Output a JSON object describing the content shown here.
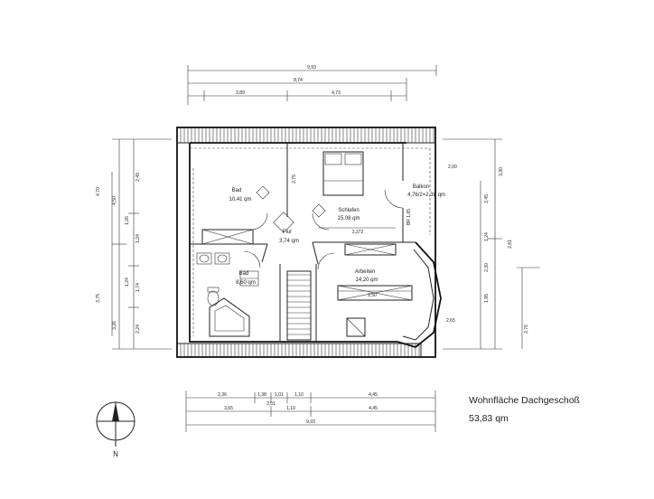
{
  "rooms": [
    {
      "name": "Bad",
      "area": "10,41 qm"
    },
    {
      "name": "Schlafen",
      "area": "15,08 qm"
    },
    {
      "name": "Balkon",
      "area": "4,76/2=2,38 qm"
    },
    {
      "name": "Flur",
      "area": "3,74 qm"
    },
    {
      "name": "Bad",
      "area": "8,60 qm"
    },
    {
      "name": "Arbeiten",
      "area": "14,20 qm"
    }
  ],
  "top_dims": {
    "overall": "9,93",
    "inner": "8,74",
    "left": "3,89",
    "right": "4,73"
  },
  "bottom_dims": {
    "row1": [
      "2,36",
      "1,38",
      "1,01",
      "1,10",
      "4,45"
    ],
    "row1_small": "2,01",
    "row2": [
      "3,65",
      "1,10",
      "4,45"
    ],
    "overall": "9,93"
  },
  "left_dims": {
    "outer": [
      "4,70",
      "3,75"
    ],
    "inner": [
      "2,49",
      "1,24",
      "1,74",
      "2,24"
    ],
    "small": [
      "4,50",
      "1,26",
      "1,24",
      "3,26"
    ]
  },
  "right_dims": {
    "outer": [
      "3,30",
      "3,45",
      "2,81",
      "2,76"
    ],
    "inner": [
      "1,24",
      "2,30",
      "1,95"
    ],
    "side": [
      "2,00",
      "2,65"
    ]
  },
  "interior_dims": {
    "schlafen_width": "3,372",
    "arbeiten_width": "2,50",
    "bad_height": "2,75",
    "height_label": "BR 1,65"
  },
  "title": "Wohnfläche Dachgeschoß",
  "area_total": "53,83 qm",
  "north_label": "N"
}
